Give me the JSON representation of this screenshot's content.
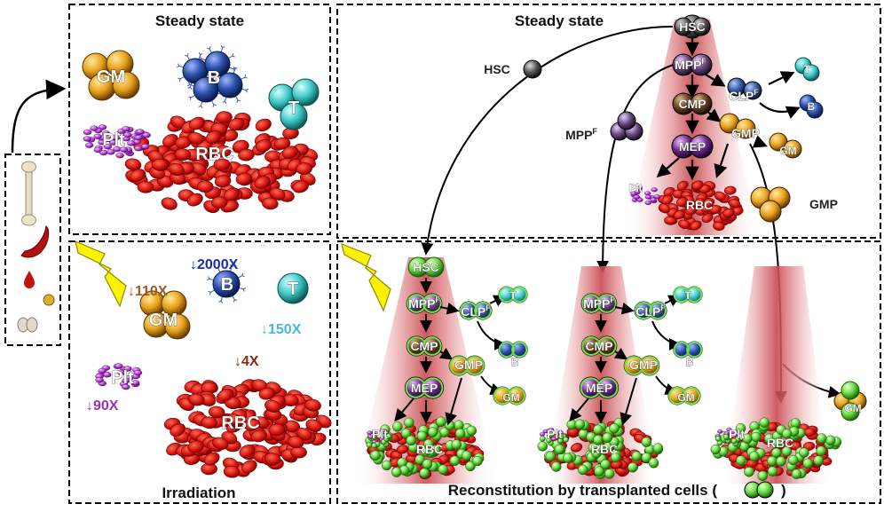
{
  "left_panel": {
    "top_title": "Steady state",
    "bottom_title": "Irradiation",
    "top_cells": {
      "gm": "GM",
      "b": "B",
      "t": "T",
      "plt": "Plt",
      "rbc": "RBC"
    },
    "bottom_cells": {
      "gm": "GM",
      "b": "B",
      "t": "T",
      "plt": "Plt",
      "rbc": "RBC"
    },
    "fold_changes": {
      "gm": "110X",
      "b": "2000X",
      "t": "150X",
      "plt": "90X",
      "rbc": "4X"
    },
    "fold_arrow_glyph": "↓"
  },
  "right_panel": {
    "top_title": "Steady state",
    "bottom_title": "Reconstitution by transplanted cells (",
    "bottom_title_close": ")",
    "hierarchy": {
      "hsc": "HSC",
      "mpp": "MPP",
      "mpp_sup": "F",
      "clp": "CLP",
      "clp_sup": "F",
      "cmp": "CMP",
      "gmp": "GMP",
      "mep": "MEP",
      "t": "T",
      "b": "B",
      "gm": "GM",
      "plt": "Plt",
      "rbc": "RBC"
    },
    "transplanted_labels": {
      "hsc": "HSC",
      "mpp": "MPP",
      "mpp_sup": "F",
      "gmp": "GMP"
    }
  },
  "colors": {
    "gm": "#e8a21c",
    "b": "#2a4fa8",
    "t": "#3fc8c8",
    "plt": "#b93fd8",
    "rbc": "#d4150f",
    "donor": "#6fe24a",
    "cone": "#c8484d",
    "lightning": "#fff200",
    "fold_gm": "#a0581e",
    "fold_b": "#1a2aa8",
    "fold_t": "#48b8d8",
    "fold_plt": "#9a30c0",
    "fold_rbc": "#8a2a10"
  }
}
